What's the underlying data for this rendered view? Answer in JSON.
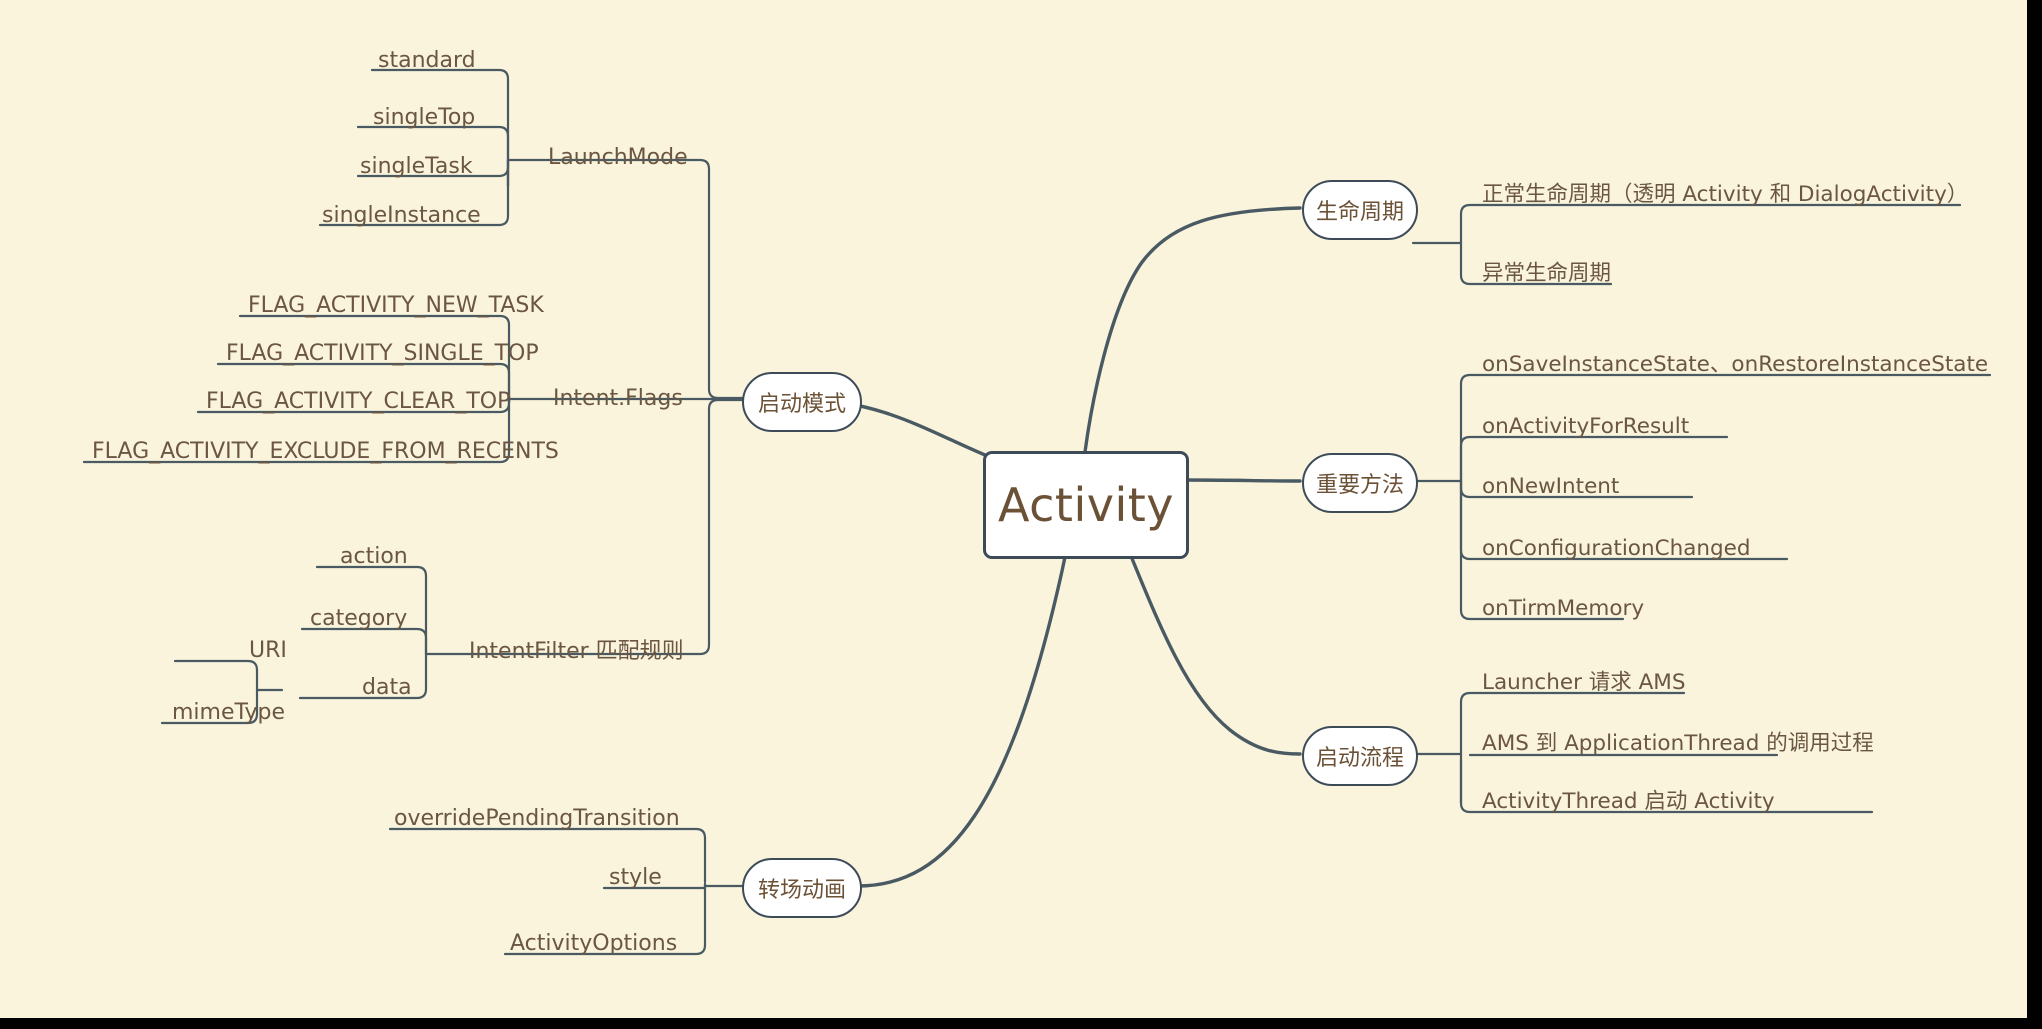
{
  "document": {
    "type": "mind-map",
    "root_label": "Activity",
    "background_color": "#faf4dd",
    "text_color": "#6b5641",
    "line_color": "#4a5a63",
    "node_fill": "#ffffff",
    "node_border_color": "#3d4b59"
  },
  "branches": {
    "launch_mode": {
      "label": "启动模式",
      "groups": [
        {
          "label": "LaunchMode",
          "items": [
            "standard",
            "singleTop",
            "singleTask",
            "singleInstance"
          ]
        },
        {
          "label": "Intent.Flags",
          "items": [
            "FLAG_ACTIVITY_NEW_TASK",
            "FLAG_ACTIVITY_SINGLE_TOP",
            "FLAG_ACTIVITY_CLEAR_TOP",
            "FLAG_ACTIVITY_EXCLUDE_FROM_RECENTS"
          ]
        },
        {
          "label": "IntentFilter 匹配规则",
          "items": [
            "action",
            "category",
            "data"
          ],
          "data_children": [
            "URI",
            "mimeType"
          ]
        }
      ]
    },
    "transition": {
      "label": "转场动画",
      "items": [
        "overridePendingTransition",
        "style",
        "ActivityOptions"
      ]
    },
    "lifecycle": {
      "label": "生命周期",
      "items": [
        "正常生命周期（透明 Activity 和 DialogActivity）",
        "异常生命周期"
      ]
    },
    "methods": {
      "label": "重要方法",
      "items": [
        "onSaveInstanceState、onRestoreInstanceState",
        "onActivityForResult",
        "onNewIntent",
        "onConfigurationChanged",
        "onTirmMemory"
      ]
    },
    "startup_flow": {
      "label": "启动流程",
      "items": [
        "Launcher 请求 AMS",
        "AMS 到 ApplicationThread 的调用过程",
        "ActivityThread 启动 Activity"
      ]
    }
  }
}
